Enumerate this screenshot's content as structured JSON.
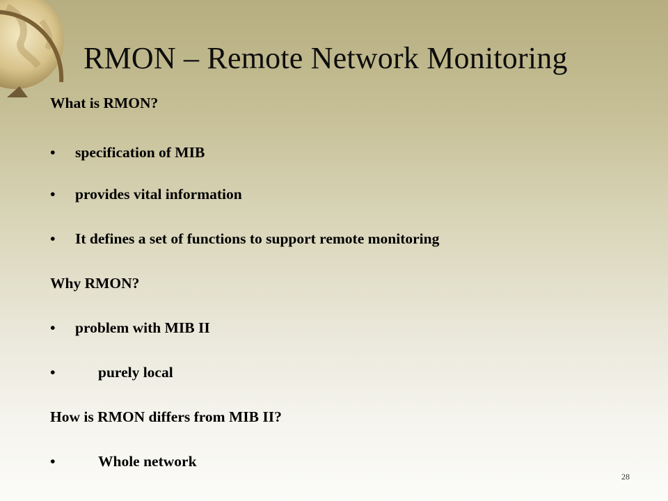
{
  "slide": {
    "title": "RMON – Remote Network Monitoring",
    "page_number": "28",
    "lines": [
      {
        "kind": "heading",
        "text": "What is RMON?"
      },
      {
        "kind": "bullet",
        "bullet": "•",
        "text": "specification of MIB"
      },
      {
        "kind": "bullet",
        "bullet": "•",
        "text": "provides vital information"
      },
      {
        "kind": "bullet",
        "bullet": "•",
        "text": "It defines a set of functions to support remote monitoring"
      },
      {
        "kind": "heading",
        "text": "Why RMON?"
      },
      {
        "kind": "bullet",
        "bullet": "•",
        "text": "problem with MIB II"
      },
      {
        "kind": "bullet",
        "bullet": "•",
        "text": "purely local",
        "indent": true
      },
      {
        "kind": "heading",
        "text": "How is RMON differs from MIB II?"
      },
      {
        "kind": "bullet",
        "bullet": "•",
        "text": "Whole network",
        "indent": true
      }
    ]
  },
  "decoration": {
    "icon": "globe-icon"
  }
}
